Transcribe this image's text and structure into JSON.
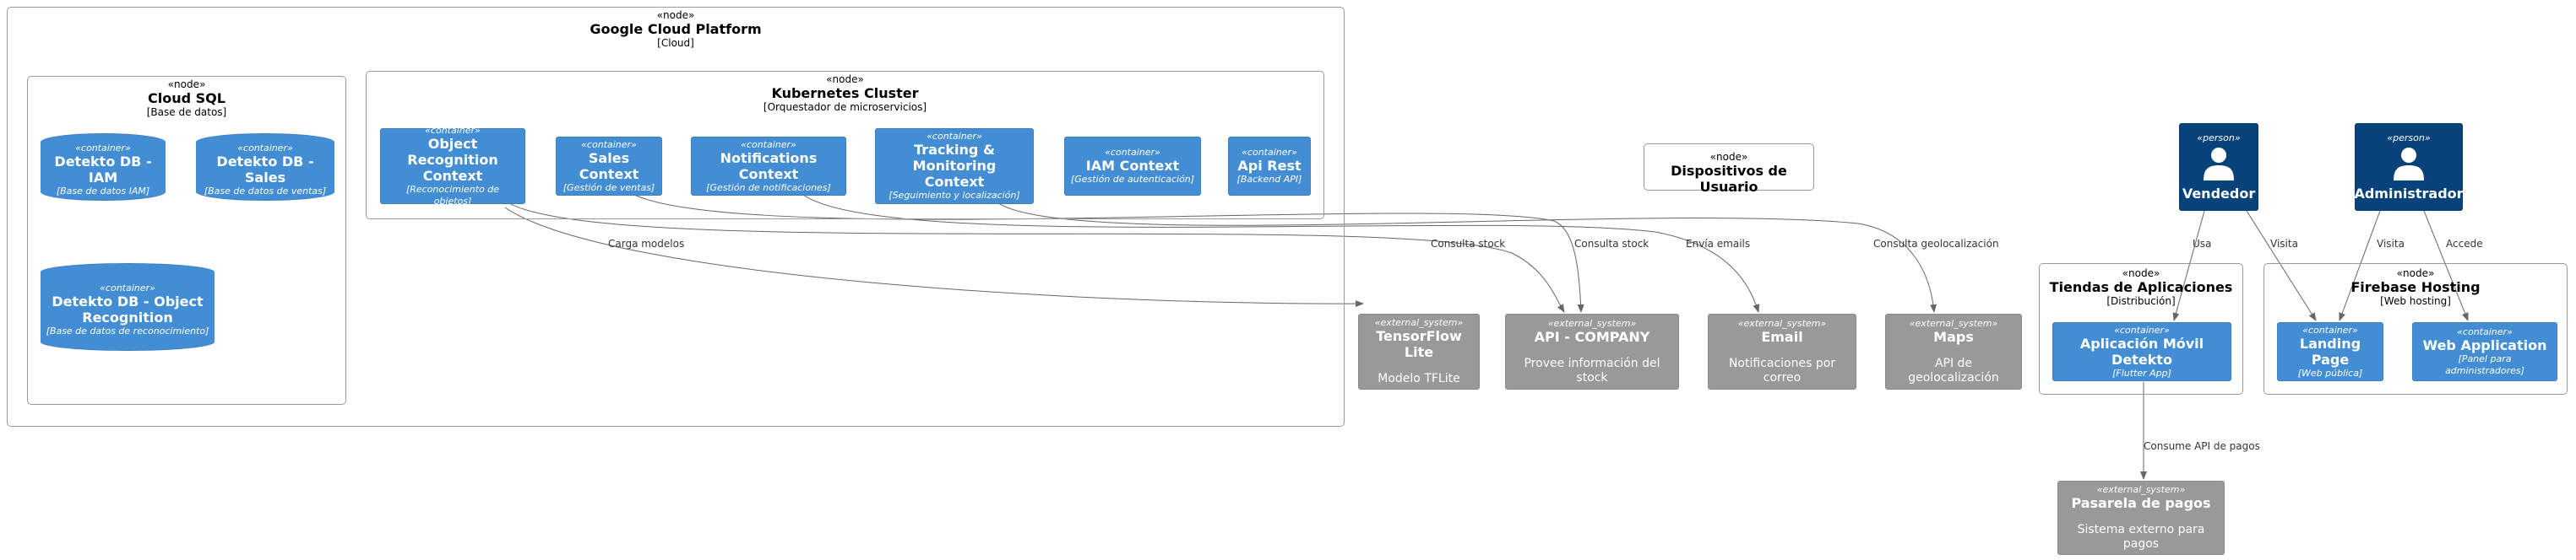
{
  "nodes": {
    "gcp": {
      "stereotype": "«node»",
      "title": "Google Cloud Platform",
      "type": "[Cloud]"
    },
    "cloudsql": {
      "stereotype": "«node»",
      "title": "Cloud SQL",
      "type": "[Base de datos]"
    },
    "k8s": {
      "stereotype": "«node»",
      "title": "Kubernetes Cluster",
      "type": "[Orquestador de microservicios]"
    },
    "devices": {
      "stereotype": "«node»",
      "title": "Dispositivos de Usuario"
    },
    "stores": {
      "stereotype": "«node»",
      "title": "Tiendas de Aplicaciones",
      "type": "[Distribución]"
    },
    "firebase": {
      "stereotype": "«node»",
      "title": "Firebase Hosting",
      "type": "[Web hosting]"
    }
  },
  "databases": [
    {
      "stereotype": "«container»",
      "name": "Detekto DB - IAM",
      "desc": "[Base de datos IAM]"
    },
    {
      "stereotype": "«container»",
      "name": "Detekto DB - Sales",
      "desc": "[Base de datos de ventas]"
    },
    {
      "stereotype": "«container»",
      "name": "Detekto DB - Object Recognition",
      "desc": "[Base de datos de reconocimiento]"
    }
  ],
  "containers": [
    {
      "stereotype": "«container»",
      "name": "Object Recognition Context",
      "desc": "[Reconocimiento de objetos]"
    },
    {
      "stereotype": "«container»",
      "name": "Sales Context",
      "desc": "[Gestión de ventas]"
    },
    {
      "stereotype": "«container»",
      "name": "Notifications Context",
      "desc": "[Gestión de notificaciones]"
    },
    {
      "stereotype": "«container»",
      "name": "Tracking & Monitoring Context",
      "desc": "[Seguimiento y localización]"
    },
    {
      "stereotype": "«container»",
      "name": "IAM Context",
      "desc": "[Gestión de autenticación]"
    },
    {
      "stereotype": "«container»",
      "name": "Api Rest",
      "desc": "[Backend API]"
    },
    {
      "stereotype": "«container»",
      "name": "Aplicación Móvil Detekto",
      "desc": "[Flutter App]"
    },
    {
      "stereotype": "«container»",
      "name": "Landing Page",
      "desc": "[Web pública]"
    },
    {
      "stereotype": "«container»",
      "name": "Web Application",
      "desc": "[Panel para administradores]"
    }
  ],
  "external_systems": [
    {
      "stereotype": "«external_system»",
      "name": "TensorFlow Lite",
      "desc": "Modelo TFLite"
    },
    {
      "stereotype": "«external_system»",
      "name": "API - COMPANY",
      "desc": "Provee información del stock"
    },
    {
      "stereotype": "«external_system»",
      "name": "Email",
      "desc": "Notificaciones por correo"
    },
    {
      "stereotype": "«external_system»",
      "name": "Maps",
      "desc": "API de geolocalización"
    },
    {
      "stereotype": "«external_system»",
      "name": "Pasarela de pagos",
      "desc": "Sistema externo para pagos"
    }
  ],
  "persons": [
    {
      "stereotype": "«person»",
      "name": "Vendedor"
    },
    {
      "stereotype": "«person»",
      "name": "Administrador"
    }
  ],
  "relations": [
    {
      "label": "Carga modelos"
    },
    {
      "label": "Consulta stock"
    },
    {
      "label": "Consulta stock"
    },
    {
      "label": "Envía emails"
    },
    {
      "label": "Consulta geolocalización"
    },
    {
      "label": "Usa"
    },
    {
      "label": "Visita"
    },
    {
      "label": "Visita"
    },
    {
      "label": "Accede"
    },
    {
      "label": "Consume API de pagos"
    }
  ],
  "colors": {
    "container": "#438dd5",
    "person": "#08427b",
    "external": "#999999",
    "edge": "#666666"
  }
}
